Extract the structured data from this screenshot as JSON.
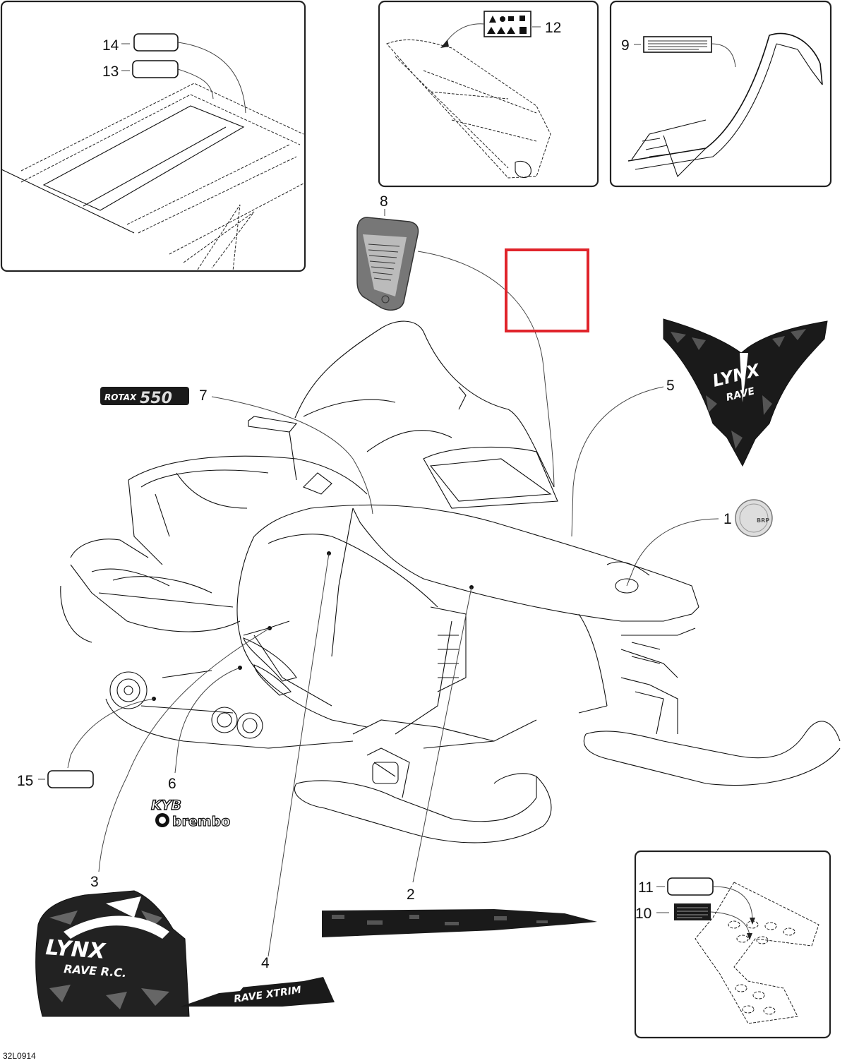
{
  "doc_id": "32L0914",
  "highlight_color": "#e0242b",
  "callouts": {
    "c1": "1",
    "c2": "2",
    "c3": "3",
    "c4": "4",
    "c5": "5",
    "c6": "6",
    "c7": "7",
    "c8": "8",
    "c9": "9",
    "c10": "10",
    "c11": "11",
    "c12": "12",
    "c13": "13",
    "c14": "14",
    "c15": "15"
  },
  "decals": {
    "rotax_brand": "ROTAX",
    "rotax_model": "550",
    "lynx_hood": "LYNX",
    "rave_hood": "RAVE",
    "lynx_side": "LYNX",
    "rave_side": "RAVE R.C.",
    "side_strip": "RAVE XTRIM",
    "kyb": "KYB",
    "brembo": "brembo"
  }
}
